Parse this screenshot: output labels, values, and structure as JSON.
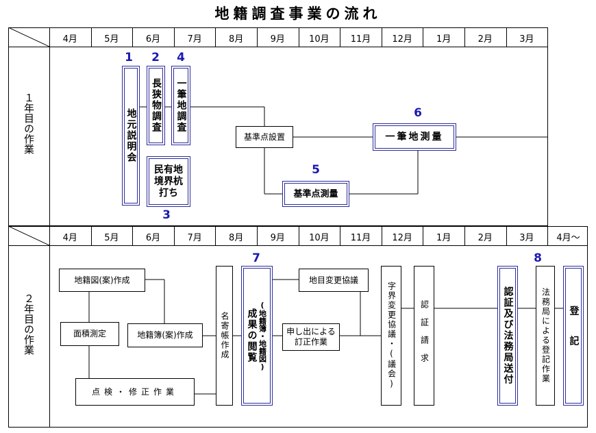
{
  "title": "地籍調査事業の流れ",
  "year1": {
    "label": "１年目の作業",
    "months": [
      "4月",
      "5月",
      "6月",
      "7月",
      "8月",
      "9月",
      "10月",
      "11月",
      "12月",
      "1月",
      "2月",
      "3月"
    ],
    "steps": {
      "n1": "1",
      "n2": "2",
      "n3": "3",
      "n4": "4",
      "n5": "5",
      "n6": "6",
      "jimoto": "地元説明会",
      "chohyo": "長狭物調査",
      "ippitsu_chosa": "一筆地調査",
      "kyokai": "民有地境界杭打ち",
      "kijunten_setchi": "基準点設置",
      "kijunten_sokuryo": "基準点測量",
      "ippitsu_sokuryo": "一筆地測量"
    }
  },
  "year2": {
    "label": "２年目の作業",
    "months": [
      "4月",
      "5月",
      "6月",
      "7月",
      "8月",
      "9月",
      "10月",
      "11月",
      "12月",
      "1月",
      "2月",
      "3月",
      "4月～"
    ],
    "steps": {
      "n7": "7",
      "n8": "8",
      "chisekizu": "地籍図(案)作成",
      "menseki": "面積測定",
      "chisekibo": "地籍簿(案)作成",
      "tenken": "点検・修正作業",
      "nayose": "名寄帳作成",
      "seika_title": "成果の閲覧",
      "seika_sub": "(地籍簿・地籍図)",
      "chimoku": "地目変更協議",
      "moushide": "申し出による訂正作業",
      "azakai": "字界変更協議・(議会)",
      "nintei_seikyu": "認証請求",
      "nintei_soufu": "認証及び法務局送付",
      "houmukyoku": "法務局による登記作業",
      "touki": "登記"
    }
  }
}
